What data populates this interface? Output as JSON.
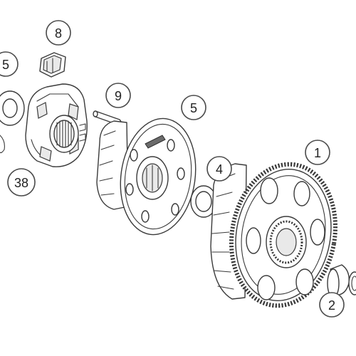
{
  "colors": {
    "line": "#3a3a3a",
    "highlight_ring": "#e07a3a",
    "bubble_ring": "#4a4a4a"
  },
  "callouts": [
    {
      "id": "item-8",
      "label": "8",
      "highlighted": false
    },
    {
      "id": "item-5-left",
      "label": "5",
      "highlighted": false
    },
    {
      "id": "item-9",
      "label": "9",
      "highlighted": false
    },
    {
      "id": "item-5",
      "label": "5",
      "highlighted": false
    },
    {
      "id": "item-4",
      "label": "4",
      "highlighted": false
    },
    {
      "id": "item-1",
      "label": "1",
      "highlighted": false
    },
    {
      "id": "item-38",
      "label": "38",
      "highlighted": true
    },
    {
      "id": "item-2",
      "label": "2",
      "highlighted": false
    }
  ]
}
